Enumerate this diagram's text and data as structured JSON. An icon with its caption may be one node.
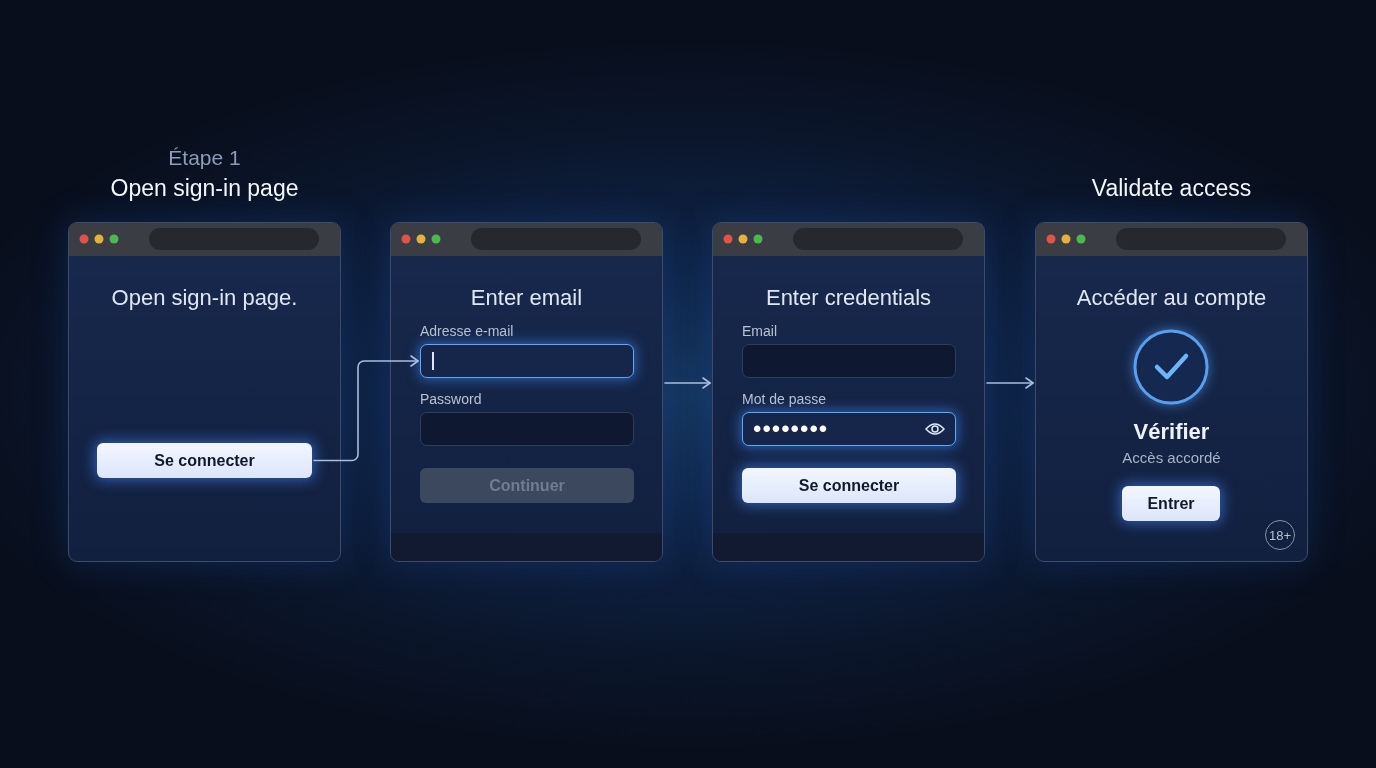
{
  "diagram": {
    "nodes": [
      {
        "text": [
          "Étape 1",
          "Open sign-in page",
          "Open sign-in page."
        ]
      },
      {
        "text": [
          "Se connecter"
        ],
        "in": 0
      },
      {
        "text": [
          "Enter email",
          "Adresse e-mail",
          "Password"
        ]
      },
      {
        "text": [],
        "shape": "box",
        "in": 2
      },
      {
        "text": [
          "Continuer"
        ],
        "in": 2
      },
      {
        "text": [
          "Enter credentials",
          "Email",
          "Mot de passe"
        ]
      },
      {
        "text": [
          "••••••••"
        ],
        "in": 5
      },
      {
        "text": [
          "Se connecter"
        ],
        "in": 5
      },
      {
        "text": [
          "Validate access",
          "Accéder au compte",
          "Vérifier",
          "Accès accordé"
        ]
      },
      {
        "text": [
          "Entrer"
        ],
        "in": 8
      },
      {
        "text": [
          "18+"
        ],
        "in": 8
      }
    ],
    "edges": [
      {
        "from": 1,
        "to": 3,
        "arrow": "to"
      },
      {
        "from": 2,
        "to": 5,
        "arrow": "to"
      },
      {
        "from": 5,
        "to": 8,
        "arrow": "to"
      }
    ]
  }
}
